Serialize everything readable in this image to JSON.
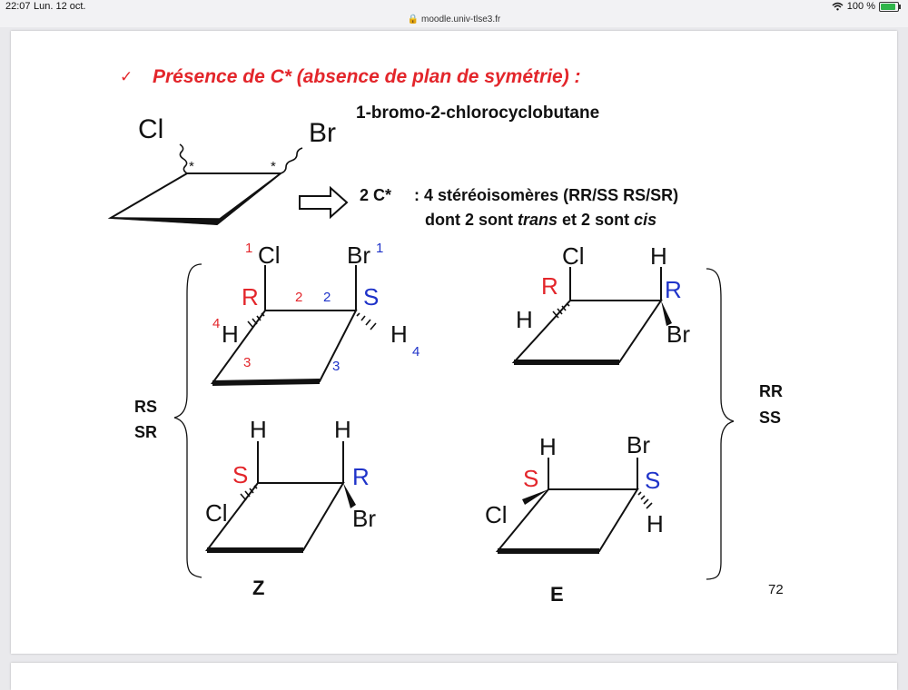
{
  "status": {
    "time": "22:07",
    "date": "Lun. 12 oct.",
    "battery": "100 %",
    "battery_level": 1.0
  },
  "browser": {
    "url": "moodle.univ-tlse3.fr"
  },
  "slide": {
    "heading": "Présence de C* (absence de plan de symétrie) :",
    "compound": "1-bromo-2-chlorocyclobutane",
    "stereo_count": "2 C*",
    "isomers_line1": ": 4 stéréoisomères (RR/SS RS/SR)",
    "isomers_line2_a": "dont 2 sont",
    "isomers_line2_trans": "trans",
    "isomers_line2_b": "et 2 sont",
    "isomers_line2_cis": "cis",
    "label_rs": "RS",
    "label_sr": "SR",
    "label_rr": "RR",
    "label_ss": "SS",
    "label_z": "Z",
    "label_e": "E",
    "page_number": "72",
    "atoms": {
      "cl": "Cl",
      "br": "Br",
      "h": "H",
      "r": "R",
      "s": "S",
      "star": "*"
    },
    "numbers": {
      "n1": "1",
      "n2": "2",
      "n3": "3",
      "n4": "4"
    },
    "colors": {
      "red": "#e3262b",
      "blue": "#1f33c9",
      "black": "#111111"
    }
  }
}
